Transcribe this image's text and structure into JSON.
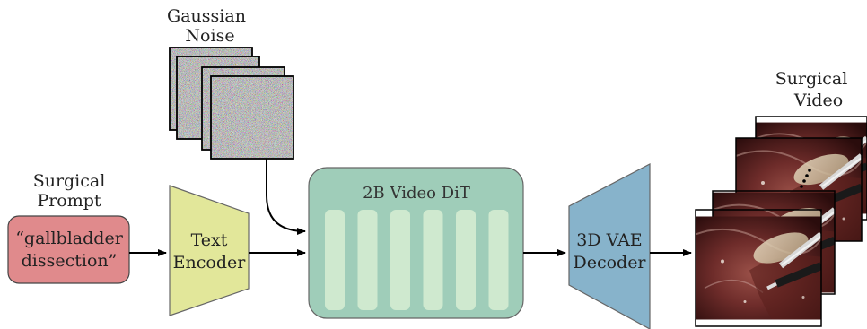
{
  "noise": {
    "label_line1": "Gaussian",
    "label_line2": "Noise"
  },
  "prompt": {
    "title_line1": "Surgical",
    "title_line2": "Prompt",
    "text_line1": "“gallbladder",
    "text_line2": "dissection”",
    "color": "#e08a8c"
  },
  "text_encoder": {
    "label_line1": "Text",
    "label_line2": "Encoder",
    "color": "#e2e79a"
  },
  "dit": {
    "label": "2B Video DiT",
    "color": "#9fcdb9",
    "block_color": "#cfe9cf",
    "block_count": 6
  },
  "vae": {
    "label_line1": "3D VAE",
    "label_line2": "Decoder",
    "color": "#87b3cb"
  },
  "video": {
    "label_line1": "Surgical",
    "label_line2": "Video"
  }
}
